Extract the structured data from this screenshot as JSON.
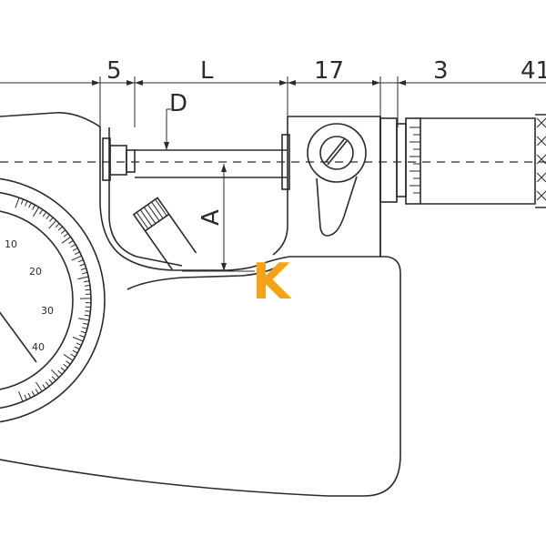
{
  "dimensions": {
    "d1": "5",
    "d2": "L",
    "d3": "17",
    "d4": "3",
    "d5": "41",
    "depth": "D",
    "anvil": "A"
  },
  "dial": {
    "scale_labels": [
      "10",
      "20",
      "30",
      "40"
    ]
  },
  "watermark": {
    "text": "K",
    "color": "#f2a21b"
  },
  "colors": {
    "line": "#2b2b2b",
    "background": "#ffffff"
  }
}
